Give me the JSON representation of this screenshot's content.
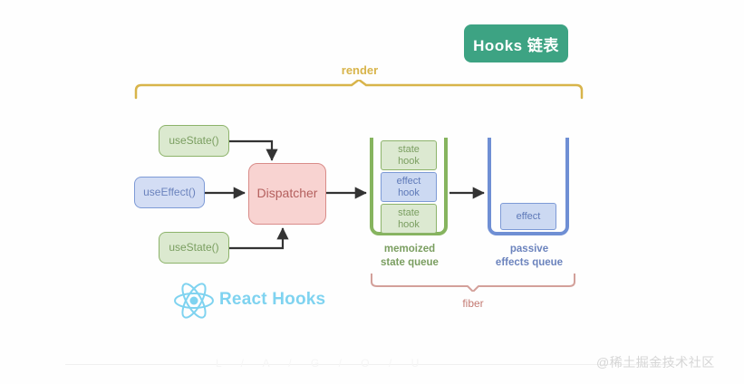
{
  "badge": {
    "label": "Hooks 链表",
    "color": "#3da383"
  },
  "render": {
    "label": "render",
    "color": "#d8b44a"
  },
  "hooks": [
    {
      "id": "use-state-1",
      "label": "useState()",
      "kind": "state"
    },
    {
      "id": "use-effect",
      "label": "useEffect()",
      "kind": "effect"
    },
    {
      "id": "use-state-2",
      "label": "useState()",
      "kind": "state"
    }
  ],
  "dispatcher": {
    "label": "Dispatcher",
    "color": "#b4605e"
  },
  "state_queue": {
    "label_line1": "memoized",
    "label_line2": "state queue",
    "color": "#7a9e60",
    "items": [
      {
        "line1": "state",
        "line2": "hook",
        "kind": "state"
      },
      {
        "line1": "effect",
        "line2": "hook",
        "kind": "effect"
      },
      {
        "line1": "state",
        "line2": "hook",
        "kind": "state"
      }
    ]
  },
  "effects_queue": {
    "label_line1": "passive",
    "label_line2": "effects queue",
    "color": "#6b83bd",
    "items": [
      {
        "line1": "effect",
        "kind": "effect"
      }
    ]
  },
  "fiber": {
    "label": "fiber",
    "color": "#c47b74"
  },
  "logo": {
    "text": "React Hooks",
    "color": "#7fd3f0",
    "icon": "react-atom-icon"
  },
  "footer": {
    "faint_text": "L / A / G / O / U",
    "watermark": "@稀土掘金技术社区"
  }
}
